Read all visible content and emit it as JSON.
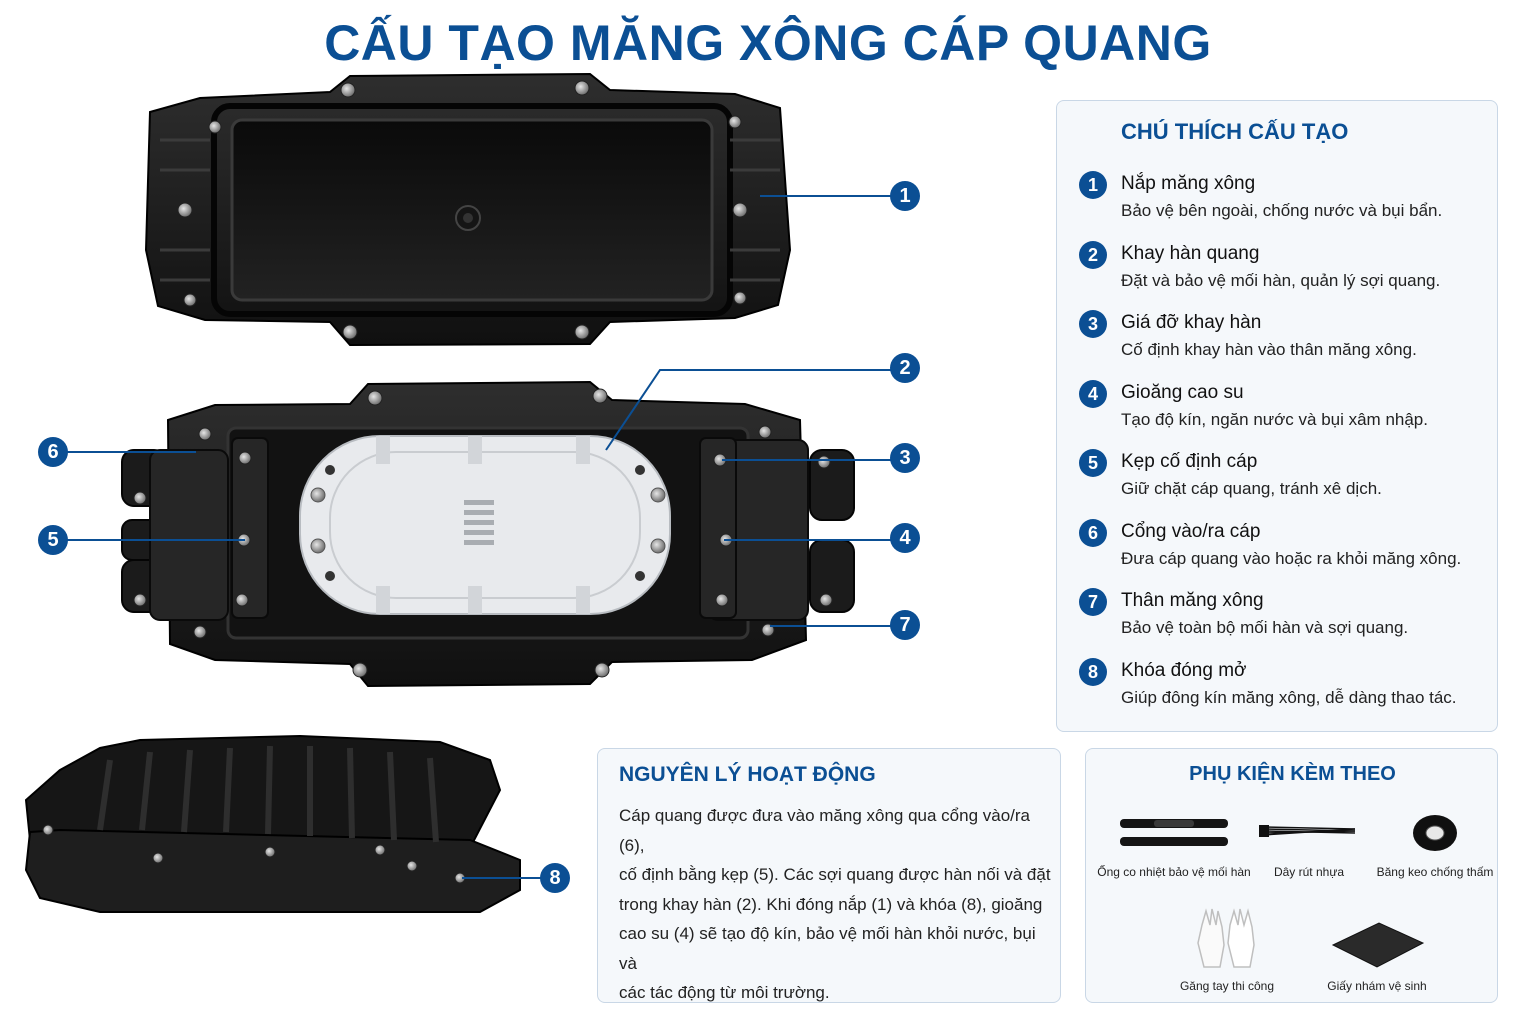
{
  "title": "CẤU TẠO MĂNG XÔNG CÁP QUANG",
  "callouts": [
    "1",
    "2",
    "3",
    "4",
    "5",
    "6",
    "7",
    "8"
  ],
  "legend": {
    "title": "CHÚ THÍCH CẤU TẠO",
    "items": [
      {
        "num": "1",
        "name": "Nắp măng xông",
        "desc": "Bảo vệ bên ngoài, chống nước và bụi bẩn."
      },
      {
        "num": "2",
        "name": "Khay hàn quang",
        "desc": "Đặt và bảo vệ mối hàn, quản lý sợi quang."
      },
      {
        "num": "3",
        "name": "Giá đỡ khay hàn",
        "desc": "Cố định khay hàn vào thân măng xông."
      },
      {
        "num": "4",
        "name": "Gioăng cao su",
        "desc": "Tạo độ kín, ngăn nước và bụi xâm nhập."
      },
      {
        "num": "5",
        "name": "Kẹp cố định cáp",
        "desc": "Giữ chặt cáp quang, tránh xê dịch."
      },
      {
        "num": "6",
        "name": "Cổng vào/ra cáp",
        "desc": "Đưa cáp quang vào hoặc ra khỏi măng xông."
      },
      {
        "num": "7",
        "name": "Thân măng xông",
        "desc": "Bảo vệ toàn bộ mối hàn và sợi quang."
      },
      {
        "num": "8",
        "name": "Khóa đóng mở",
        "desc": "Giúp đông kín măng xông, dễ dàng thao tác."
      }
    ]
  },
  "principle": {
    "title": "NGUYÊN LÝ HOẠT ĐỘNG",
    "lines": [
      "Cáp quang được đưa vào măng xông qua cổng vào/ra (6),",
      "cố định bằng kẹp (5). Các sợi quang được hàn nối và đặt",
      "trong khay hàn (2). Khi đóng nắp (1) và khóa (8), gioăng",
      "cao su (4) sẽ tạo độ kín, bảo vệ mối hàn khỏi nước, bụi và",
      "các tác động từ môi trường."
    ]
  },
  "accessories": {
    "title": "PHỤ KIỆN KÈM THEO",
    "items": [
      {
        "label": "Ống co nhiệt bảo vệ mối hàn",
        "icon": "heat-shrink-tube-icon"
      },
      {
        "label": "Dây rút nhựa",
        "icon": "cable-tie-icon"
      },
      {
        "label": "Băng keo chống thấm",
        "icon": "tape-roll-icon"
      },
      {
        "label": "Găng tay thi công",
        "icon": "gloves-icon"
      },
      {
        "label": "Giấy nhám vệ sinh",
        "icon": "sandpaper-icon"
      }
    ]
  },
  "colors": {
    "accent": "#0b4f94",
    "panel_bg": "#f5f8fb",
    "panel_border": "#c9d7e6",
    "device": "#1c1c1c",
    "tray": "#e9ebee"
  }
}
